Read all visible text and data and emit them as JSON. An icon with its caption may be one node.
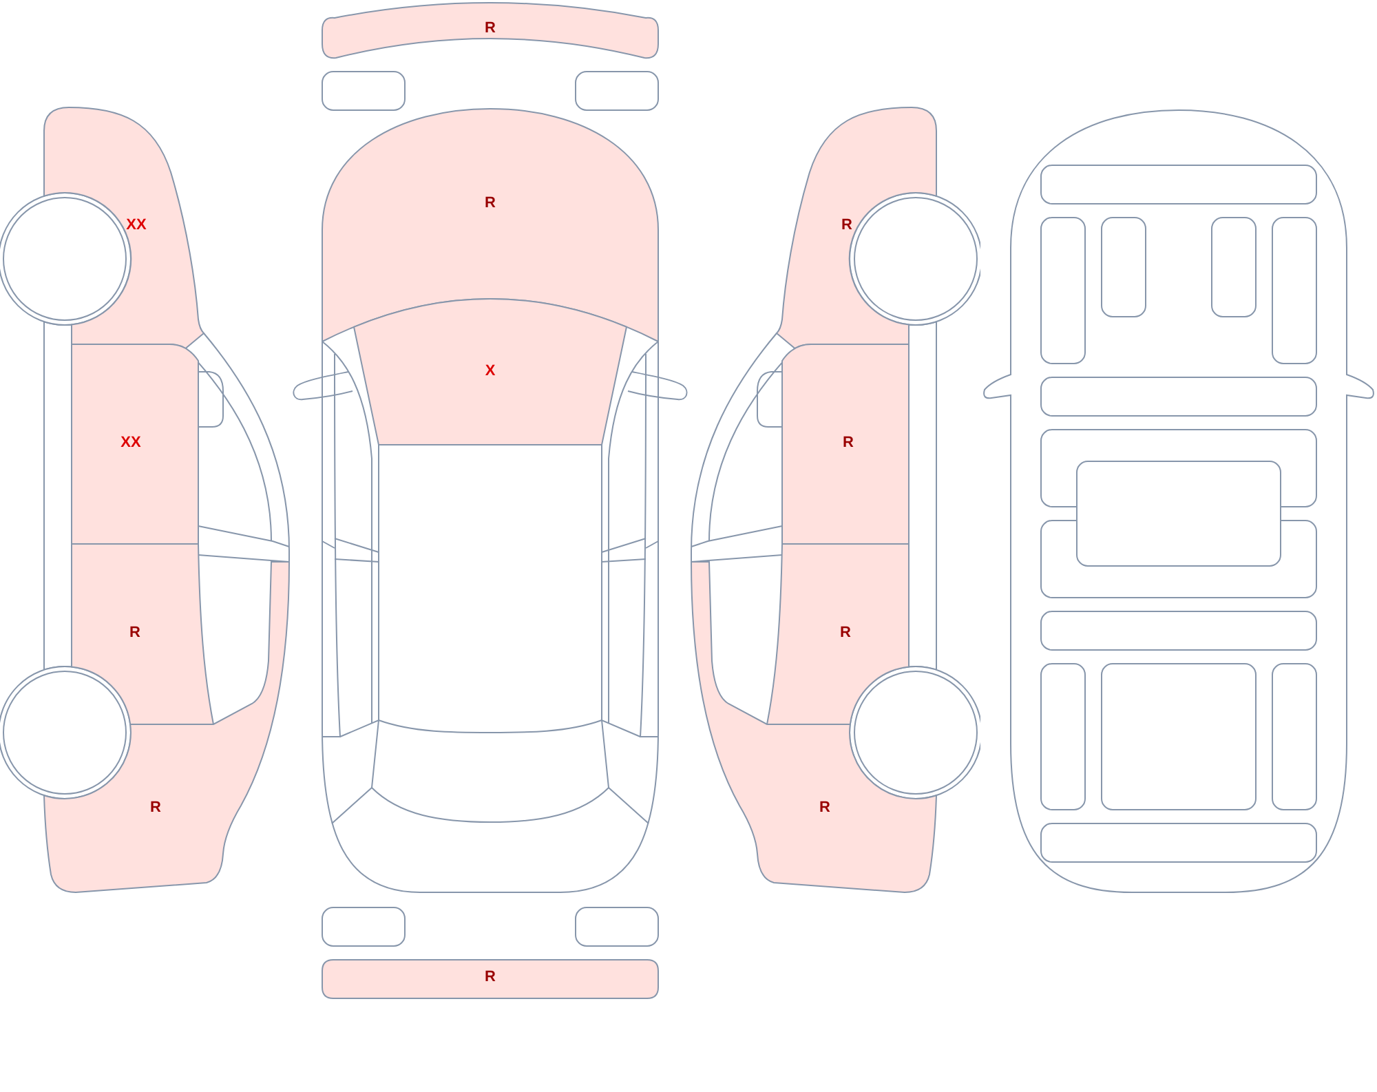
{
  "diagram": {
    "nodes": [
      {
        "text": [
          "XX"
        ]
      },
      {
        "text": [
          "XX"
        ]
      },
      {
        "text": [
          "R"
        ]
      },
      {
        "text": [
          "R"
        ]
      },
      {
        "text": [
          "R"
        ]
      },
      {
        "text": [
          "R"
        ]
      },
      {
        "text": [
          "X"
        ]
      },
      {
        "text": [
          "R"
        ]
      },
      {
        "text": [
          "R"
        ]
      },
      {
        "text": [
          "R"
        ]
      },
      {
        "text": [
          "R"
        ]
      },
      {
        "text": [
          "R"
        ]
      }
    ]
  }
}
